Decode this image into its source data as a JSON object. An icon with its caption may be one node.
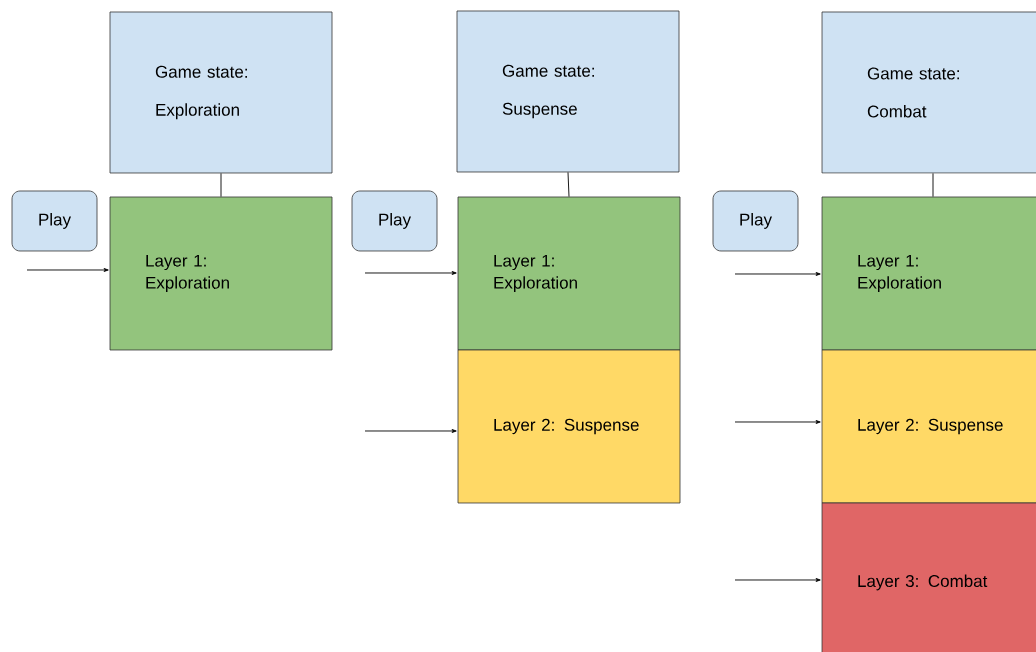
{
  "diagram": {
    "nodes": [
      {
        "text": [
          "Game state:",
          "Exploration"
        ]
      },
      {
        "text": [
          "Layer 1: Exploration"
        ]
      },
      {
        "text": [
          "Play"
        ]
      },
      {
        "text": [
          "Game state:",
          "Suspense"
        ]
      },
      {
        "text": [
          "Layer 1: Exploration"
        ]
      },
      {
        "text": [
          "Layer 2: Suspense"
        ]
      },
      {
        "text": [
          "Play"
        ]
      },
      {
        "text": [
          "Game state:",
          "Combat"
        ]
      },
      {
        "text": [
          "Layer 1: Exploration"
        ]
      },
      {
        "text": [
          "Layer 2: Suspense"
        ]
      },
      {
        "text": [
          "Layer 3: Combat"
        ]
      },
      {
        "text": [
          "Play"
        ]
      }
    ],
    "edges": [
      {
        "from": 0,
        "to": 1,
        "arrow": "none"
      },
      {
        "from": null,
        "to": 1,
        "arrow": "to"
      },
      {
        "from": 3,
        "to": 4,
        "arrow": "none"
      },
      {
        "from": null,
        "to": 4,
        "arrow": "to"
      },
      {
        "from": null,
        "to": 5,
        "arrow": "to"
      },
      {
        "from": 7,
        "to": 8,
        "arrow": "none"
      },
      {
        "from": null,
        "to": 8,
        "arrow": "to"
      },
      {
        "from": null,
        "to": 9,
        "arrow": "to"
      },
      {
        "from": null,
        "to": 10,
        "arrow": "to"
      }
    ]
  }
}
